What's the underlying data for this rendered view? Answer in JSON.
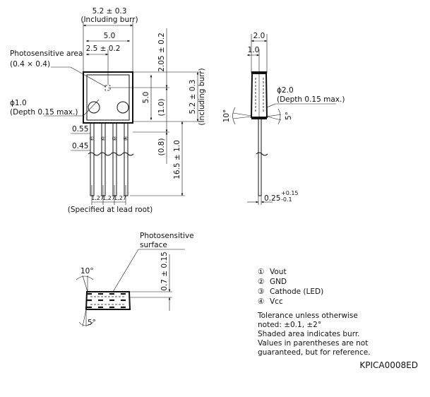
{
  "front": {
    "overall_width": "5.2 ± 0.3",
    "overall_width_note": "(Including burr)",
    "body_width": "5.0",
    "area_label_1": "Photosensitive area",
    "area_label_2": "(0.4 × 0.4)",
    "area_offset": "2.5 ± 0.2",
    "top_offset": "2.05 ± 0.2",
    "body_height": "5.0",
    "height_incl": "5.2 ± 0.3",
    "height_incl_note": "(Including burr)",
    "hole_dia": "ϕ1.0",
    "hole_depth": "(Depth 0.15 max.)",
    "dim_1_0": "(1.0)",
    "lead_width": "0.55",
    "lead_thick": "0.45",
    "dim_0_8": "(0.8)",
    "lead_length": "16.5 ± 1.0",
    "pitch": [
      "1.27",
      "1.27",
      "1.27"
    ],
    "lead_nums": [
      "①",
      "②",
      "③",
      "④"
    ],
    "pitch_note": "(Specified at lead root)"
  },
  "side": {
    "width": "2.0",
    "offset": "1.0",
    "hole_dia": "ϕ2.0",
    "hole_depth": "(Depth 0.15 max.)",
    "angle_a": "10°",
    "angle_b": "5°",
    "lead_dim": "0.25",
    "lead_tol_plus": "+0.15",
    "lead_tol_minus": "-0.1"
  },
  "bottom": {
    "surface_label_1": "Photosensitive",
    "surface_label_2": "surface",
    "angle_a": "10°",
    "angle_b": "5°",
    "depth": "0.7 ± 0.15"
  },
  "legend": [
    {
      "num": "①",
      "label": "Vout"
    },
    {
      "num": "②",
      "label": "GND"
    },
    {
      "num": "③",
      "label": "Cathode (LED)"
    },
    {
      "num": "④",
      "label": "Vcc"
    }
  ],
  "notes": [
    "Tolerance unless otherwise",
    "noted: ±0.1, ±2°",
    "Shaded area indicates burr.",
    "Values in parentheses are not",
    "guaranteed, but for reference."
  ],
  "drawing_code": "KPICA0008ED"
}
